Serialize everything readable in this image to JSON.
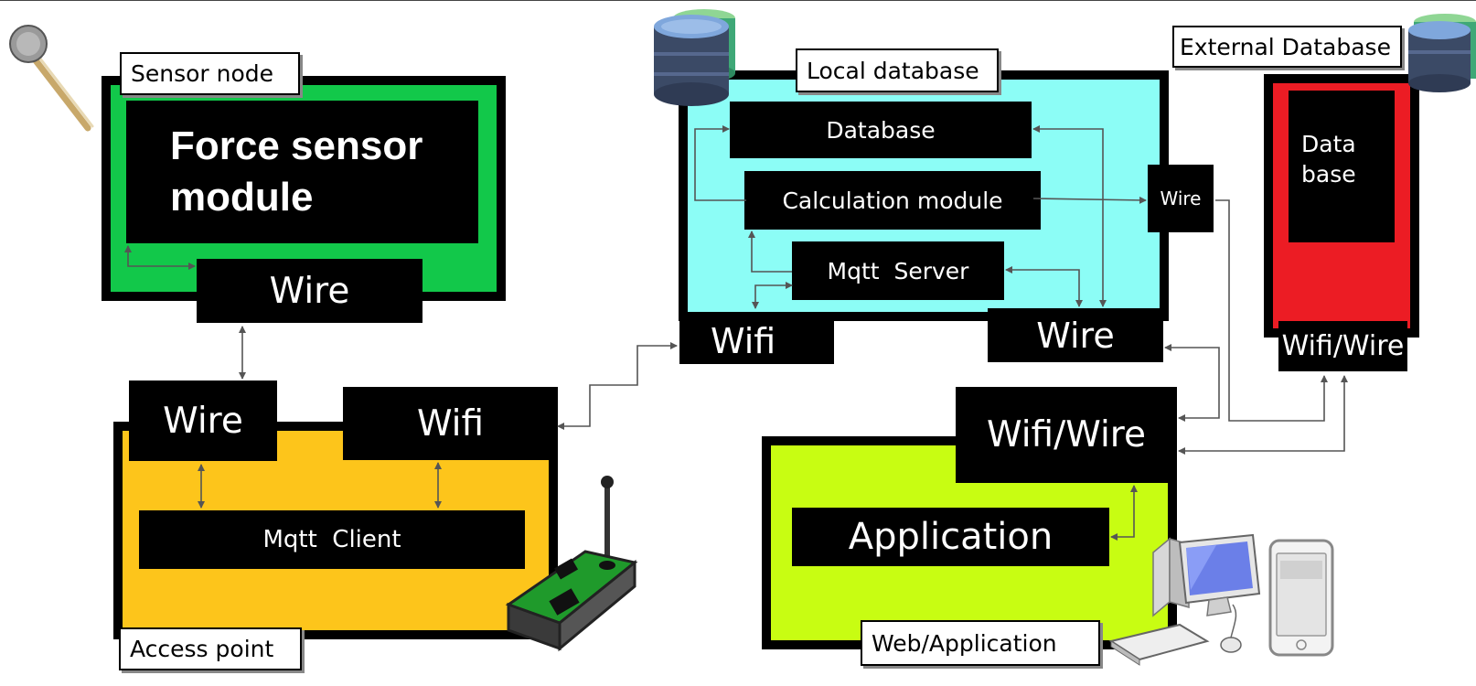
{
  "colors": {
    "sensor_node": "#12c84a",
    "access_point": "#fdc51b",
    "local_database": "#8cfdf6",
    "external_database": "#ec1c24",
    "web_application": "#c8fd12"
  },
  "sensor_node": {
    "label": "Sensor node",
    "module_title": "Force sensor module",
    "wire": "Wire",
    "icon": "force-sensor-icon"
  },
  "access_point": {
    "label": "Access point",
    "wire": "Wire",
    "wifi": "Wifi",
    "mqtt_client": "Mqtt  Client",
    "icon": "router-icon"
  },
  "local_database": {
    "label": "Local database",
    "database": "Database",
    "calculation_module": "Calculation module",
    "mqtt_server": "Mqtt  Server",
    "wire_small": "Wire",
    "wifi": "Wifi",
    "wire": "Wire",
    "icon": "database-icon"
  },
  "external_database": {
    "label": "External Database",
    "database_line1": "Data",
    "database_line2": "base",
    "wifi_wire": "Wifi/Wire",
    "icon": "database-icon"
  },
  "web_application": {
    "label": "Web/Application",
    "wifi_wire": "Wifi/Wire",
    "application": "Application",
    "icons": [
      "desktop-computer-icon",
      "smartphone-icon"
    ]
  }
}
